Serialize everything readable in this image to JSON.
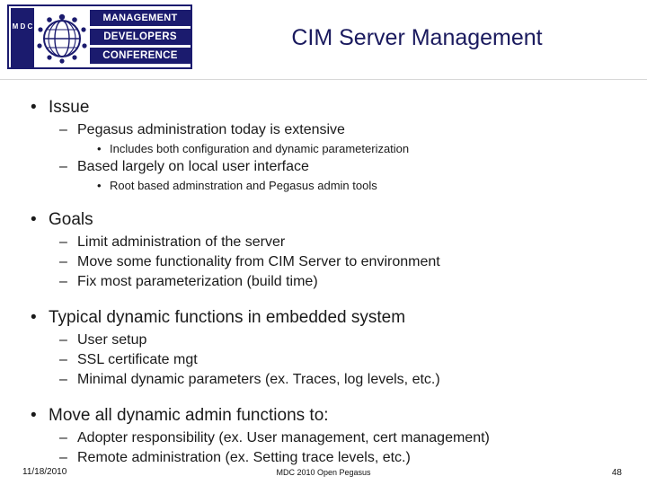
{
  "logo": {
    "vertical_text": "M D C",
    "bars": [
      "MANAGEMENT",
      "DEVELOPERS",
      "CONFERENCE"
    ],
    "globe_icon": "globe-icon",
    "border_color": "#1b1b6e"
  },
  "title": "CIM Server Management",
  "title_color": "#1a1a5e",
  "bullets": [
    {
      "level": 1,
      "marker": "•",
      "text": "Issue"
    },
    {
      "level": 2,
      "marker": "–",
      "text": "Pegasus administration today is extensive"
    },
    {
      "level": 3,
      "marker": "•",
      "text": "Includes both configuration and dynamic parameterization"
    },
    {
      "level": 2,
      "marker": "–",
      "text": "Based largely on local user interface"
    },
    {
      "level": 3,
      "marker": "•",
      "text": "Root based adminstration and Pegasus admin tools"
    },
    {
      "level": 1,
      "marker": "•",
      "text": "Goals"
    },
    {
      "level": 2,
      "marker": "–",
      "text": "Limit administration of the server"
    },
    {
      "level": 2,
      "marker": "–",
      "text": "Move some functionality from CIM Server to environment"
    },
    {
      "level": 2,
      "marker": "–",
      "text": "Fix most parameterization (build time)"
    },
    {
      "level": 1,
      "marker": "•",
      "text": "Typical dynamic functions in embedded system"
    },
    {
      "level": 2,
      "marker": "–",
      "text": "User setup"
    },
    {
      "level": 2,
      "marker": "–",
      "text": "SSL certificate mgt"
    },
    {
      "level": 2,
      "marker": "–",
      "text": "Minimal dynamic parameters (ex. Traces, log levels, etc.)"
    },
    {
      "level": 1,
      "marker": "•",
      "text": "Move all dynamic admin functions to:"
    },
    {
      "level": 2,
      "marker": "–",
      "text": "Adopter responsibility (ex. User management, cert management)"
    },
    {
      "level": 2,
      "marker": "–",
      "text": "Remote administration (ex. Setting trace levels, etc.)"
    }
  ],
  "footer": {
    "date": "11/18/2010",
    "center": "MDC 2010 Open Pegasus",
    "page": "48"
  }
}
